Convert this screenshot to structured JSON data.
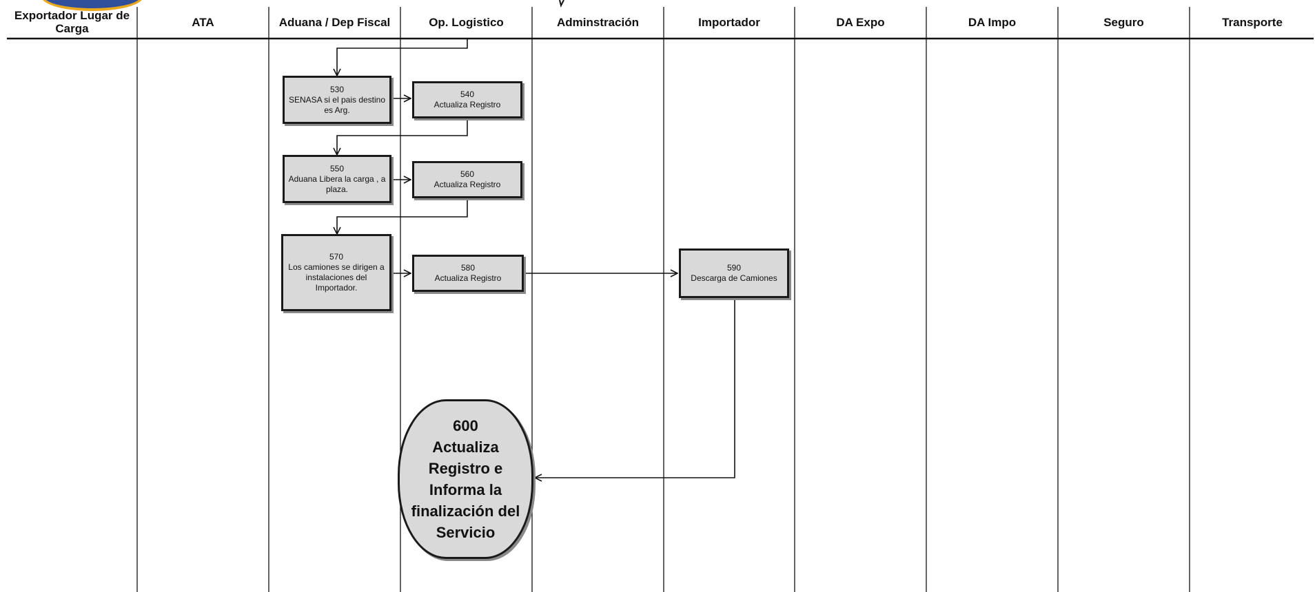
{
  "lanes": [
    "Exportador Lugar de Carga",
    "ATA",
    "Aduana / Dep Fiscal",
    "Op. Logistico",
    "Adminstración",
    "Importador",
    "DA Expo",
    "DA Impo",
    "Seguro",
    "Transporte"
  ],
  "steps": {
    "s530": {
      "num": "530",
      "text": "SENASA si el pais destino es Arg."
    },
    "s540": {
      "num": "540",
      "text": "Actualiza Registro"
    },
    "s550": {
      "num": "550",
      "text": "Aduana Libera la carga , a plaza."
    },
    "s560": {
      "num": "560",
      "text": "Actualiza Registro"
    },
    "s570": {
      "num": "570",
      "text": "Los camiones se dirigen a instalaciones del Importador."
    },
    "s580": {
      "num": "580",
      "text": "Actualiza Registro"
    },
    "s590": {
      "num": "590",
      "text": "Descarga de Camiones"
    },
    "s600": {
      "num": "600",
      "text": "Actualiza Registro e Informa la finalización del Servicio"
    }
  },
  "colors": {
    "box_fill": "#d9d9d9",
    "border": "#1a1a1a",
    "shadow": "#8a8a8a",
    "brand_blue": "#2f4f9a",
    "brand_gold": "#e8a820"
  }
}
